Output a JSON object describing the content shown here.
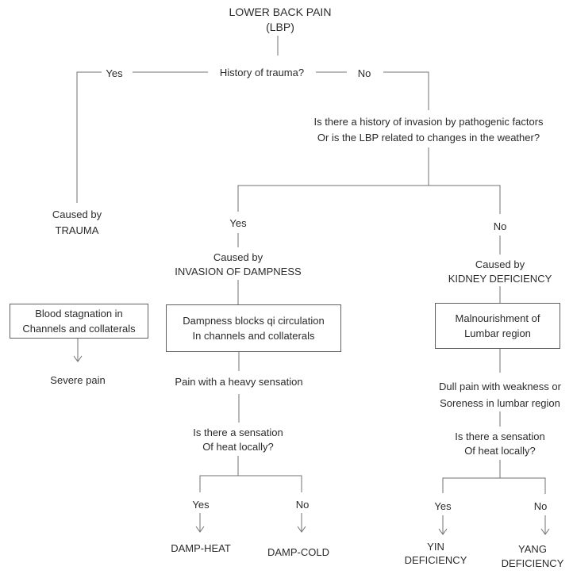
{
  "colors": {
    "background": "#ffffff",
    "text": "#2b2b2b",
    "line": "#707070",
    "box_border": "#606060"
  },
  "flowchart": {
    "title": {
      "lines": [
        "LOWER BACK PAIN",
        "(LBP)"
      ]
    },
    "labels": {
      "yes": "Yes",
      "no": "No"
    },
    "questions": {
      "trauma": "History of trauma?",
      "pathogenic": {
        "lines": [
          "Is there a history of invasion by pathogenic factors",
          "Or is the LBP related to changes in the weather?"
        ]
      },
      "heat_mid": {
        "lines": [
          "Is there a sensation",
          "Of heat locally?"
        ]
      },
      "heat_right": {
        "lines": [
          "Is there a sensation",
          "Of heat locally?"
        ]
      }
    },
    "causes": {
      "trauma": {
        "lines": [
          "Caused by",
          "TRAUMA"
        ]
      },
      "dampness": {
        "lines": [
          "Caused by",
          "INVASION OF DAMPNESS"
        ]
      },
      "kidney": {
        "lines": [
          "Caused by",
          "KIDNEY DEFICIENCY"
        ]
      }
    },
    "mechanisms": {
      "blood_stagnation": {
        "lines": [
          "Blood stagnation in",
          "Channels and collaterals"
        ]
      },
      "dampness_blocks": {
        "lines": [
          "Dampness blocks qi circulation",
          "In channels and collaterals"
        ]
      },
      "malnourishment": {
        "lines": [
          "Malnourishment of",
          "Lumbar region"
        ]
      }
    },
    "symptoms": {
      "severe_pain": "Severe pain",
      "heavy_pain": "Pain with a heavy sensation",
      "dull_pain": {
        "lines": [
          "Dull pain with weakness or",
          "Soreness in lumbar region"
        ]
      }
    },
    "outcomes": {
      "damp_heat": "DAMP-HEAT",
      "damp_cold": "DAMP-COLD",
      "yin": {
        "lines": [
          "YIN",
          "DEFICIENCY"
        ]
      },
      "yang": {
        "lines": [
          "YANG",
          "DEFICIENCY"
        ]
      }
    }
  }
}
